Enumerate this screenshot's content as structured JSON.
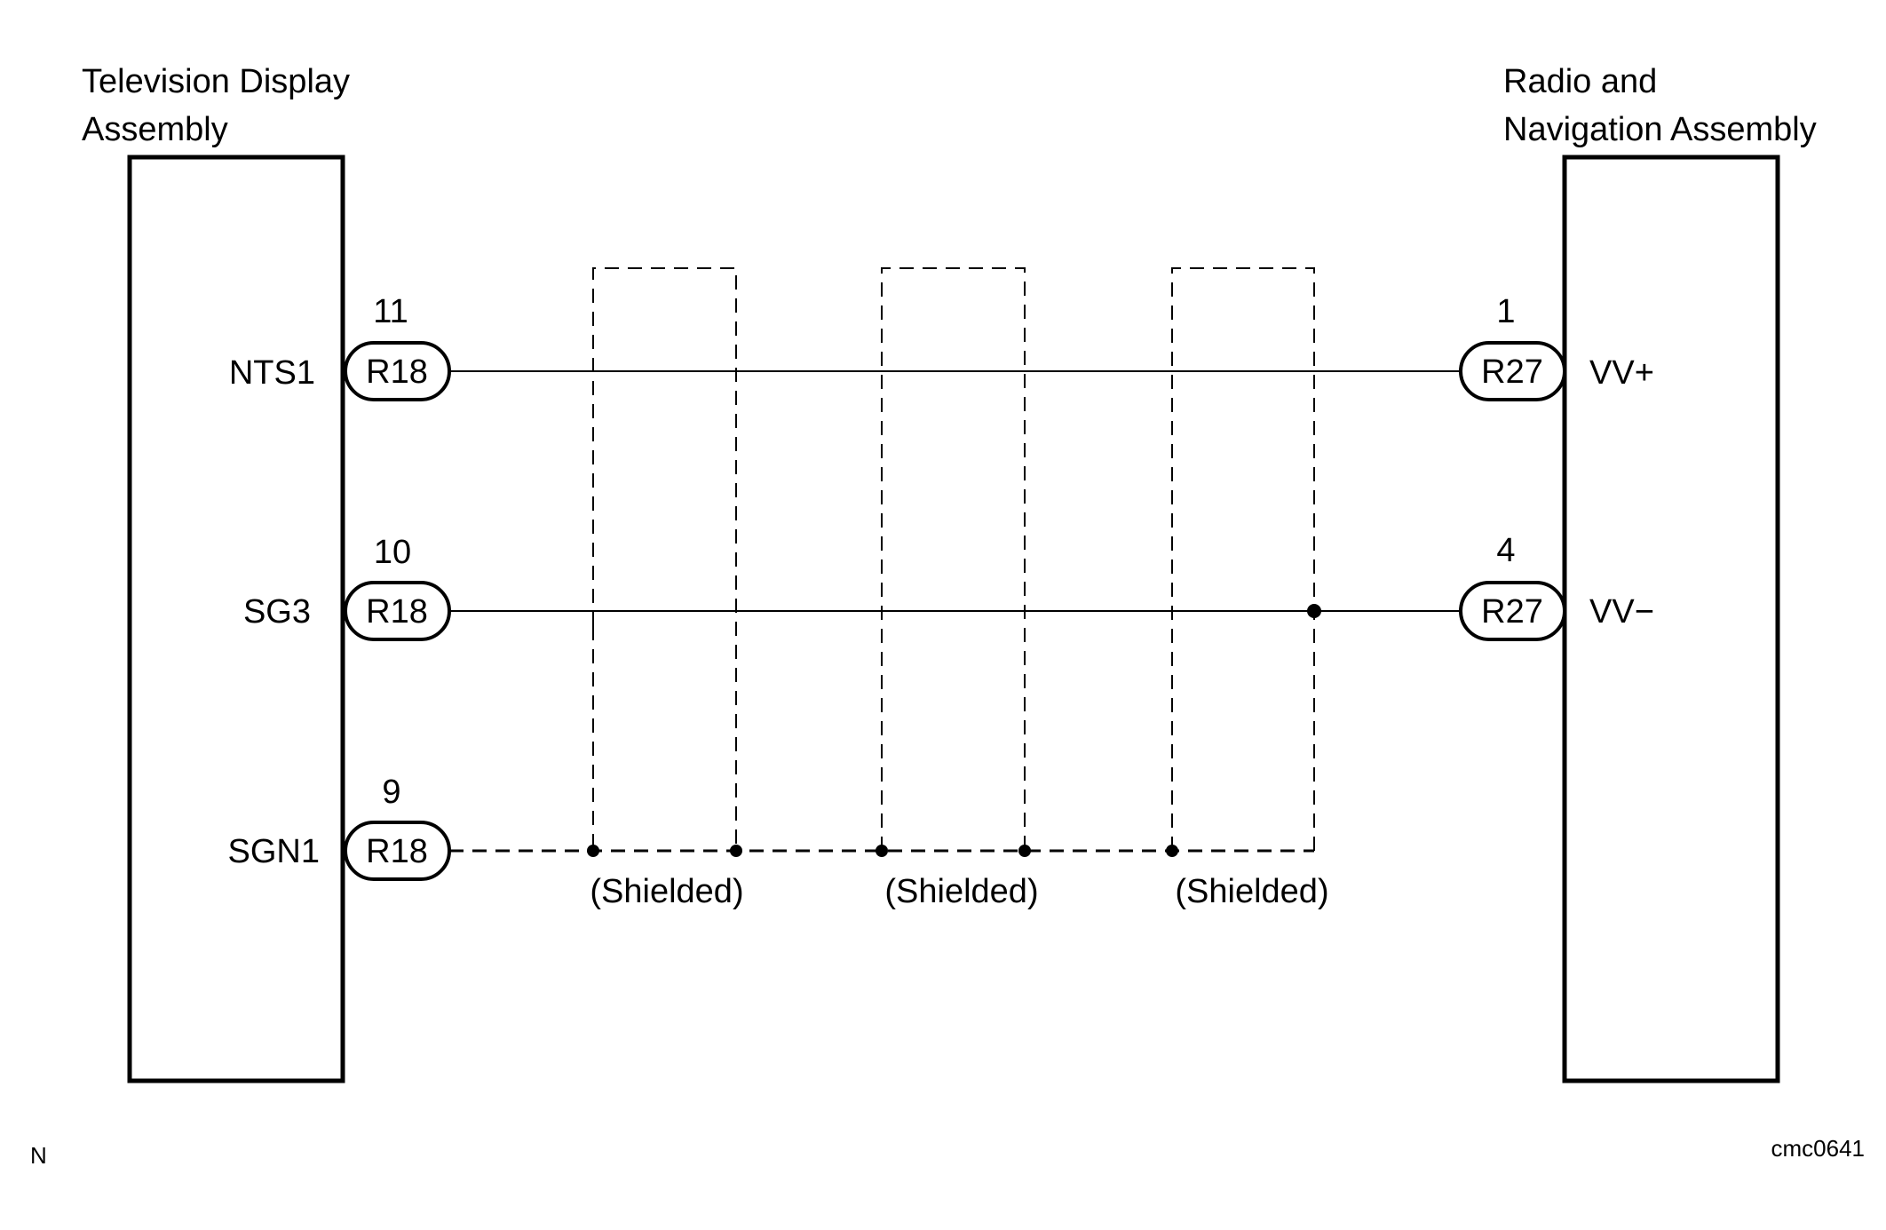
{
  "left_component": {
    "title_line1": "Television Display",
    "title_line2": "Assembly",
    "terminals": [
      {
        "signal": "NTS1",
        "connector": "R18",
        "pin": "11"
      },
      {
        "signal": "SG3",
        "connector": "R18",
        "pin": "10"
      },
      {
        "signal": "SGN1",
        "connector": "R18",
        "pin": "9"
      }
    ]
  },
  "right_component": {
    "title_line1": "Radio and",
    "title_line2": "Navigation Assembly",
    "terminals": [
      {
        "signal": "VV+",
        "connector": "R27",
        "pin": "1"
      },
      {
        "signal": "VV−",
        "connector": "R27",
        "pin": "4"
      }
    ]
  },
  "shield_label": "(Shielded)",
  "corner_left": "N",
  "corner_right": "cmc0641"
}
